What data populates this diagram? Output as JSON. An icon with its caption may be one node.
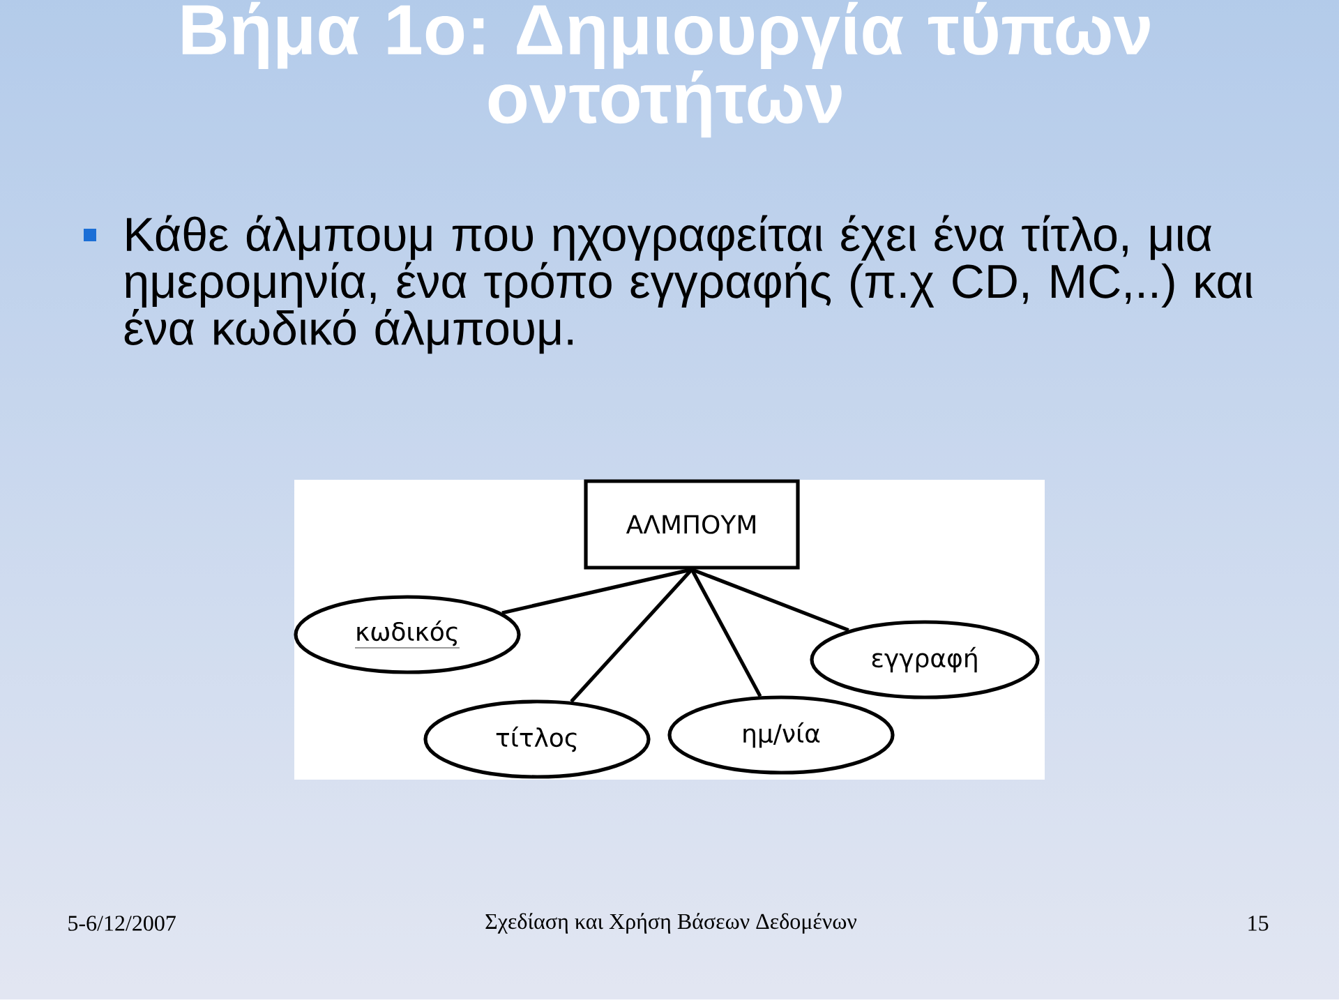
{
  "diagram": {
    "title": "Βήμα 1ο: Δημιουργία τύπων οντοτήτων",
    "nodes": [
      {
        "text": [
          "ΑΛΜΠΟΥΜ"
        ]
      },
      {
        "text": [
          "κωδικός"
        ]
      },
      {
        "text": [
          "τίτλος"
        ]
      },
      {
        "text": [
          "ημ/νία"
        ]
      },
      {
        "text": [
          "εγγραφή"
        ]
      }
    ],
    "edges": [
      {
        "from": 0,
        "to": 1,
        "arrow": "none"
      },
      {
        "from": 0,
        "to": 2,
        "arrow": "none"
      },
      {
        "from": 0,
        "to": 3,
        "arrow": "none"
      },
      {
        "from": 0,
        "to": 4,
        "arrow": "none"
      }
    ],
    "labels": [
      "Κάθε άλμπουμ που ηχογραφείται έχει ένα τίτλο, μια ημερομηνία, ένα τρόπο εγγραφής (π.χ CD, MC,..) και ένα κωδικό άλμπουμ.",
      "5-6/12/2007",
      "Σχεδίαση και Χρήση Βάσεων Δεδομένων",
      "15"
    ]
  }
}
